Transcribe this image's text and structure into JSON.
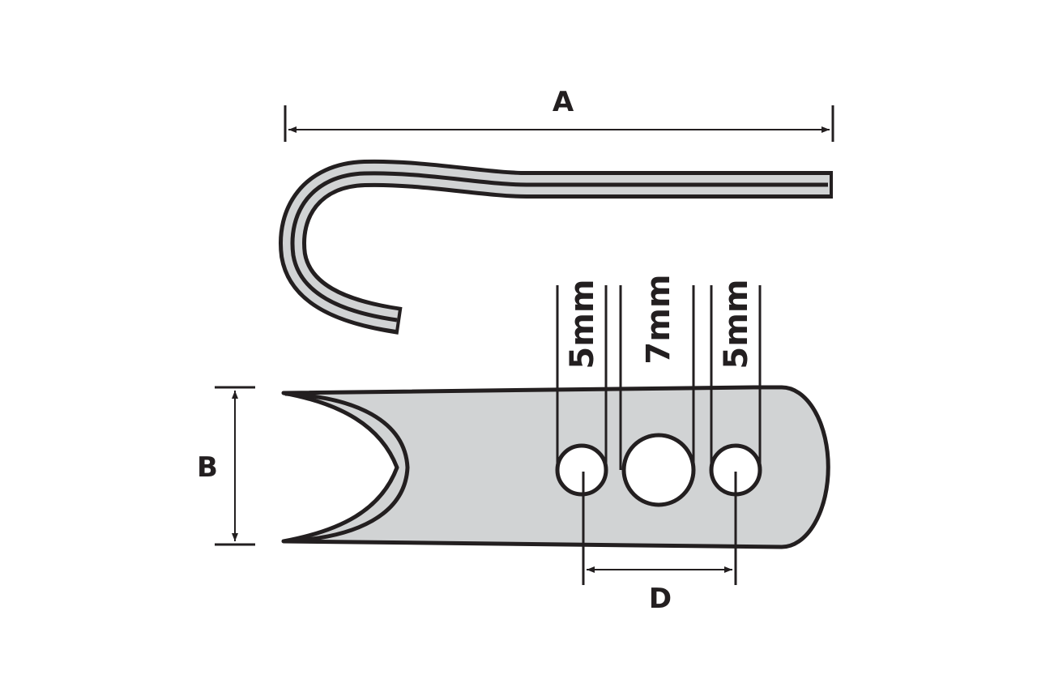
{
  "diagram": {
    "labels": {
      "a": "A",
      "b": "B",
      "d": "D",
      "hole_left": "5mm",
      "hole_middle": "7mm",
      "hole_right": "5mm"
    },
    "colors": {
      "stroke": "#231f20",
      "fill": "#d1d3d4",
      "background": "#ffffff"
    }
  }
}
